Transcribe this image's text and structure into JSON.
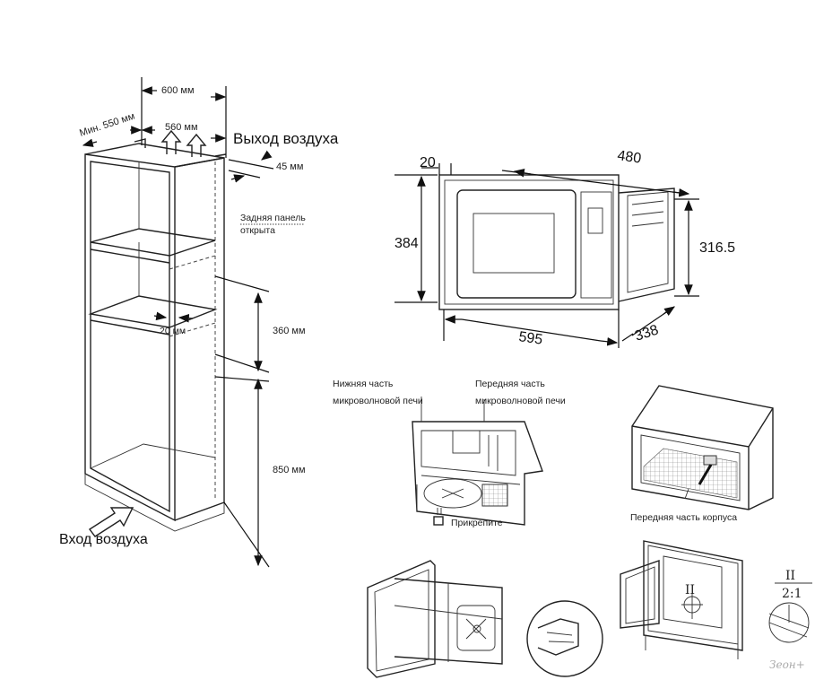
{
  "cabinet_diagram": {
    "width_600": "600 мм",
    "depth_min_550": "Мин. 550 мм",
    "inner_560": "560 мм",
    "air_out": "Выход воздуха",
    "gap_45": "45 мм",
    "rear_panel_line1": "Задняя панель",
    "rear_panel_line2": "открыта",
    "gap_20": "20 мм",
    "height_360": "360 мм",
    "height_850": "850 мм",
    "air_in": "Вход воздуха"
  },
  "microwave_dimensions": {
    "frame_20": "20",
    "depth_480": "480",
    "height_384": "384",
    "height_316_5": "316.5",
    "width_595": "595",
    "depth_338": "338"
  },
  "mounting_step": {
    "bottom_label_line1": "Нижняя часть",
    "bottom_label_line2": "микроволновой печи",
    "front_label_line1": "Передняя часть",
    "front_label_line2": "микроволновой печи",
    "attach": "Прикрепите",
    "housing_front": "Передняя часть корпуса"
  },
  "detail_view": {
    "marker": "II",
    "detail_marker": "II",
    "scale": "2:1"
  },
  "watermark": "Зеон+"
}
